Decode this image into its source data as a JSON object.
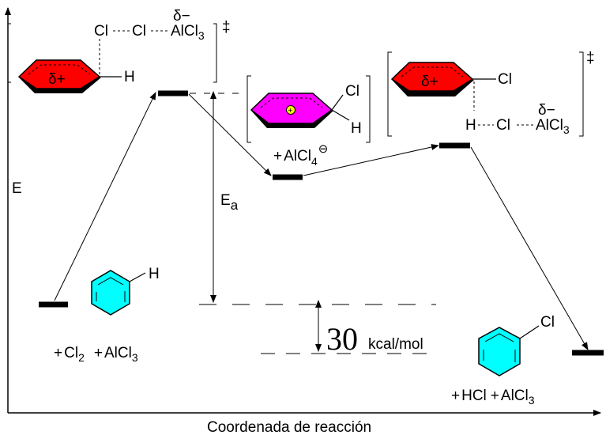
{
  "axes": {
    "y_label": "E",
    "x_label": "Coordenada de reacción"
  },
  "energy_gap": {
    "ea_label": "E",
    "ea_subscript": "a",
    "value": "30",
    "unit": "kcal/mol"
  },
  "reactants": {
    "ring_substituent": "H",
    "plus1": "+",
    "cl2_main": "Cl",
    "cl2_sub": "2",
    "plus2": "+",
    "alcl3_main": "AlCl",
    "alcl3_sub": "3"
  },
  "transition_state_1": {
    "delta_plus": "δ+",
    "ring_h": "H",
    "cl1": "Cl",
    "cl2": "Cl",
    "al": "AlCl",
    "al_sub": "3",
    "delta_minus": "δ−",
    "dagger": "‡"
  },
  "intermediate": {
    "ring_cl": "Cl",
    "ring_h": "H",
    "plus": "+",
    "counter_main": "AlCl",
    "counter_sub": "4",
    "counter_charge": "⊖"
  },
  "transition_state_2": {
    "delta_plus": "δ+",
    "ring_cl": "Cl",
    "h": "H",
    "cl": "Cl",
    "al": "AlCl",
    "al_sub": "3",
    "delta_minus": "δ−",
    "dagger": "‡"
  },
  "products": {
    "ring_substituent": "Cl",
    "plus1": "+",
    "hcl": "HCl",
    "plus2": "+",
    "alcl3_main": "AlCl",
    "alcl3_sub": "3"
  },
  "colors": {
    "sigma_complex": "#ff0000",
    "arenium_ion": "#ff00ff",
    "benzene": "#00ffff",
    "charge_dot": "#ffff00"
  }
}
